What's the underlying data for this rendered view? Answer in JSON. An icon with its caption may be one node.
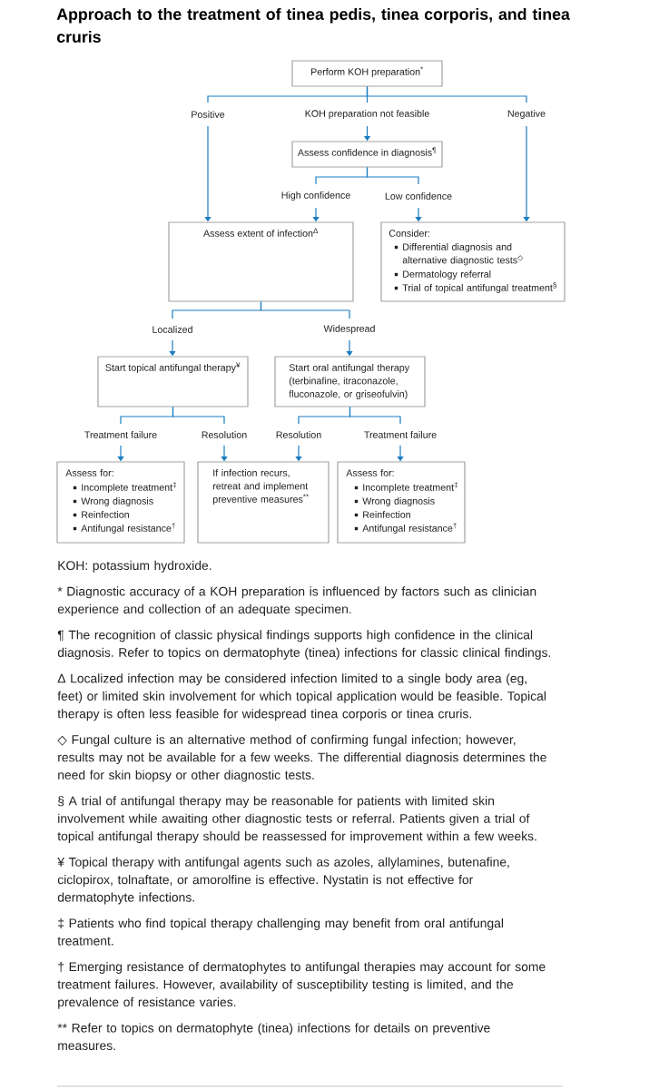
{
  "diagram": {
    "title": "Approach to the treatment of tinea pedis, tinea corporis, and tinea cruris",
    "nodes": [
      {
        "text": [
          "Perform KOH preparation$^{*}$"
        ]
      },
      {
        "text": [
          "Assess confidence in diagnosis$^{¶}$"
        ]
      },
      {
        "text": [
          "Assess extent of infection$^{Δ}$"
        ]
      },
      {
        "text": [
          "Consider:",
          "Differential diagnosis and alternative diagnostic tests$^{◇}$",
          "Dermatology referral",
          "Trial of topical antifungal treatment$^{§}$"
        ]
      },
      {
        "text": [
          "Start topical antifungal therapy$^{¥}$"
        ]
      },
      {
        "text": [
          "Start oral antifungal therapy (terbinafine, itraconazole, fluconazole, or griseofulvin)"
        ]
      },
      {
        "text": [
          "Assess for:",
          "Incomplete treatment$^{‡}$",
          "Wrong diagnosis",
          "Reinfection",
          "Antifungal resistance$^{†}$"
        ]
      },
      {
        "text": [
          "If infection recurs, retreat and implement preventive measures$^{**}$"
        ]
      },
      {
        "text": [
          "Assess for:",
          "Incomplete treatment$^{‡}$",
          "Wrong diagnosis",
          "Reinfection",
          "Antifungal resistance$^{†}$"
        ]
      }
    ],
    "edges": [
      {
        "from": 0,
        "to": 2,
        "arrow": "to",
        "label": "Positive"
      },
      {
        "from": 0,
        "to": 1,
        "arrow": "to",
        "label": "KOH preparation not feasible"
      },
      {
        "from": 0,
        "to": 3,
        "arrow": "to",
        "label": "Negative"
      },
      {
        "from": 1,
        "to": 2,
        "arrow": "to",
        "label": "High confidence"
      },
      {
        "from": 1,
        "to": 3,
        "arrow": "to",
        "label": "Low confidence"
      },
      {
        "from": 2,
        "to": 4,
        "arrow": "to",
        "label": "Localized"
      },
      {
        "from": 2,
        "to": 5,
        "arrow": "to",
        "label": "Widespread"
      },
      {
        "from": 4,
        "to": 6,
        "arrow": "to",
        "label": "Treatment failure"
      },
      {
        "from": 4,
        "to": 7,
        "arrow": "to",
        "label": "Resolution"
      },
      {
        "from": 5,
        "to": 7,
        "arrow": "to",
        "label": "Resolution"
      },
      {
        "from": 5,
        "to": 8,
        "arrow": "to",
        "label": "Treatment failure"
      }
    ],
    "labels": [
      "KOH: potassium hydroxide.",
      "* Diagnostic accuracy of a KOH preparation is influenced by factors such as clinician experience and collection of an adequate specimen.",
      "¶ The recognition of classic physical findings supports high confidence in the clinical diagnosis. Refer to topics on dermatophyte (tinea) infections for classic clinical findings.",
      "Δ Localized infection may be considered infection limited to a single body area (eg, feet) or limited skin involvement for which topical application would be feasible. Topical therapy is often less feasible for widespread tinea corporis or tinea cruris.",
      "◇ Fungal culture is an alternative method of confirming fungal infection; however, results may not be available for a few weeks. The differential diagnosis determines the need for skin biopsy or other diagnostic tests.",
      "§ A trial of antifungal therapy may be reasonable for patients with limited skin involvement while awaiting other diagnostic tests or referral. Patients given a trial of topical antifungal therapy should be reassessed for improvement within a few weeks.",
      "¥ Topical therapy with antifungal agents such as azoles, allylamines, butenafine, ciclopirox, tolnaftate, or amorolfine is effective. Nystatin is not effective for dermatophyte infections.",
      "‡ Patients who find topical therapy challenging may benefit from oral antifungal treatment.",
      "† Emerging resistance of dermatophytes to antifungal therapies may account for some treatment failures. However, availability of susceptibility testing is limited, and the prevalence of resistance varies.",
      "** Refer to topics on dermatophyte (tinea) infections for details on preventive measures."
    ]
  }
}
